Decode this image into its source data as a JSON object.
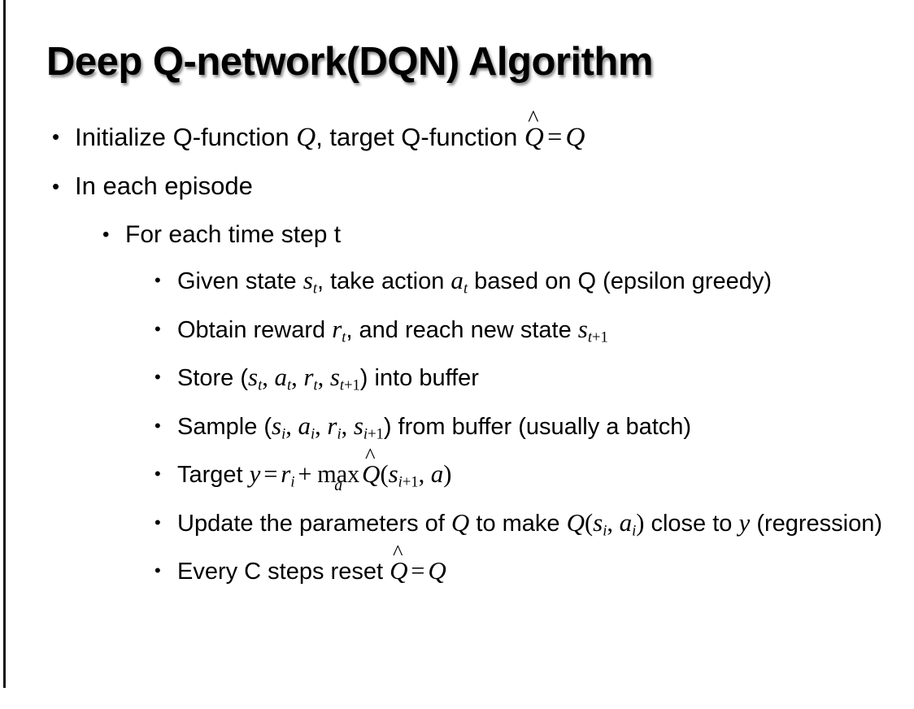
{
  "slide": {
    "title": "Deep Q-network(DQN) Algorithm",
    "bullet_glyph": "•",
    "background_color": "#ffffff",
    "text_color": "#000000",
    "left_rule_color": "#111111"
  },
  "bullets": {
    "b1": {
      "level": 1,
      "prefix": "Initialize Q-function ",
      "math1": "Q",
      "mid": ", target Q-function ",
      "math2_hat_base": "Q",
      "math2_accent": "^",
      "equals": "=",
      "math3": "Q"
    },
    "b2": {
      "level": 1,
      "text": "In each episode"
    },
    "b3": {
      "level": 2,
      "text": "For each time step t"
    },
    "b4": {
      "level": 3,
      "p1": "Given state ",
      "s": "s",
      "s_sub": "t",
      "p2": ", take action ",
      "a": "a",
      "a_sub": "t",
      "p3": " based on Q (epsilon greedy)"
    },
    "b5": {
      "level": 3,
      "p1": "Obtain reward ",
      "r": "r",
      "r_sub": "t",
      "p2": ", and reach new state ",
      "s": "s",
      "s_sub_var": "t",
      "s_sub_plus": "+1"
    },
    "b6": {
      "level": 3,
      "p1": "Store (",
      "s": "s",
      "s_sub": "t",
      "c1": ", ",
      "a": "a",
      "a_sub": "t",
      "c2": ", ",
      "r": "r",
      "r_sub": "t",
      "c3": ", ",
      "s2": "s",
      "s2_sub_var": "t",
      "s2_sub_plus": "+1",
      "p2": ") into buffer"
    },
    "b7": {
      "level": 3,
      "p1": "Sample (",
      "s": "s",
      "s_sub": "i",
      "c1": ", ",
      "a": "a",
      "a_sub": "i",
      "c2": ", ",
      "r": "r",
      "r_sub": "i",
      "c3": ", ",
      "s2": "s",
      "s2_sub_var": "i",
      "s2_sub_plus": "+1",
      "p2": ") from buffer (usually a batch)"
    },
    "b8": {
      "level": 3,
      "p1": "Target ",
      "y": "y",
      "eq": "=",
      "r": "r",
      "r_sub": "i",
      "plus": "+",
      "op": "max",
      "op_limit": "a",
      "qhat_base": "Q",
      "qhat_accent": "^",
      "paren_open": "(",
      "s": "s",
      "s_sub_var": "i",
      "s_sub_plus": "+1",
      "comma": ", ",
      "a": "a",
      "paren_close": ")"
    },
    "b9": {
      "level": 3,
      "p1": "Update the parameters of ",
      "q1": "Q",
      "p2": " to make ",
      "q2": "Q",
      "paren_open": "(",
      "s": "s",
      "s_sub": "i",
      "comma": ", ",
      "a": "a",
      "a_sub": "i",
      "paren_close": ")",
      "p3": " close to ",
      "y": "y",
      "p4": " (regression)"
    },
    "b10": {
      "level": 3,
      "p1": "Every C steps reset ",
      "qhat_base": "Q",
      "qhat_accent": "^",
      "eq": "=",
      "q": "Q"
    }
  }
}
